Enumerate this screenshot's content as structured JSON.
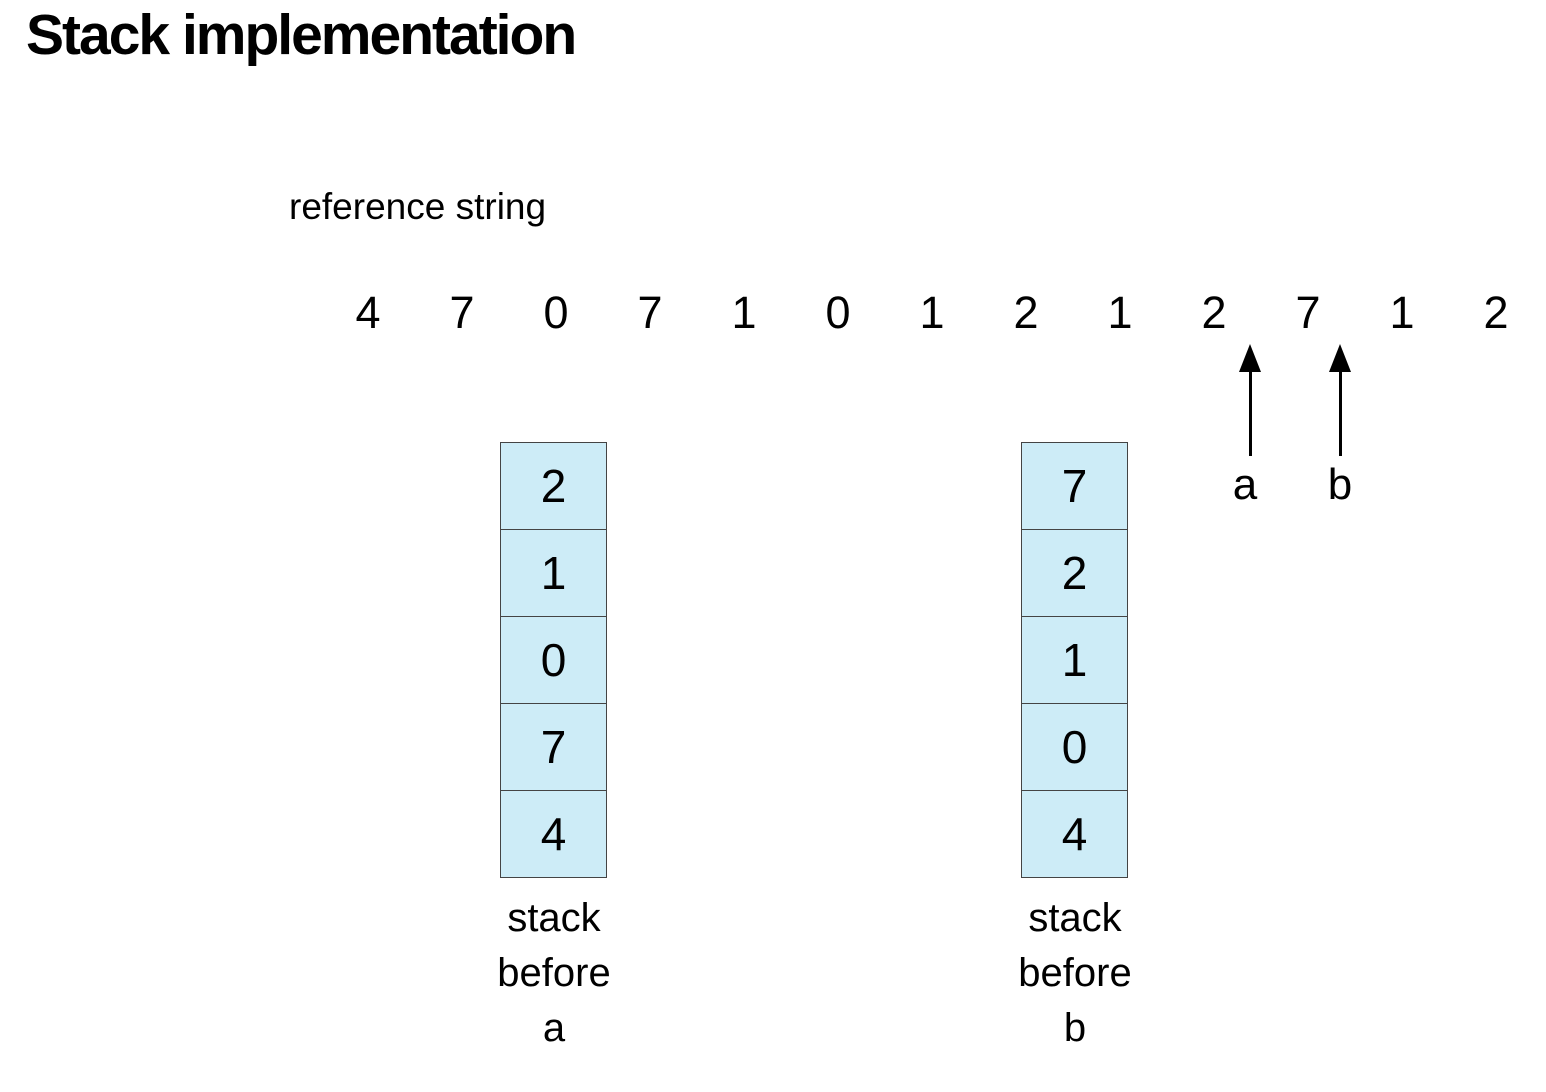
{
  "title": "Stack implementation",
  "reference_string": {
    "label": "reference string",
    "values": [
      "4",
      "7",
      "0",
      "7",
      "1",
      "0",
      "1",
      "2",
      "1",
      "2",
      "7",
      "1",
      "2"
    ]
  },
  "pointers": [
    {
      "label": "a"
    },
    {
      "label": "b"
    }
  ],
  "stacks": [
    {
      "cells": [
        "2",
        "1",
        "0",
        "7",
        "4"
      ],
      "caption_lines": [
        "stack",
        "before",
        "a"
      ]
    },
    {
      "cells": [
        "7",
        "2",
        "1",
        "0",
        "4"
      ],
      "caption_lines": [
        "stack",
        "before",
        "b"
      ]
    }
  ],
  "colors": {
    "background": "#ffffff",
    "text": "#000000",
    "cell_fill": "#cdecf7",
    "cell_border": "#444444"
  }
}
